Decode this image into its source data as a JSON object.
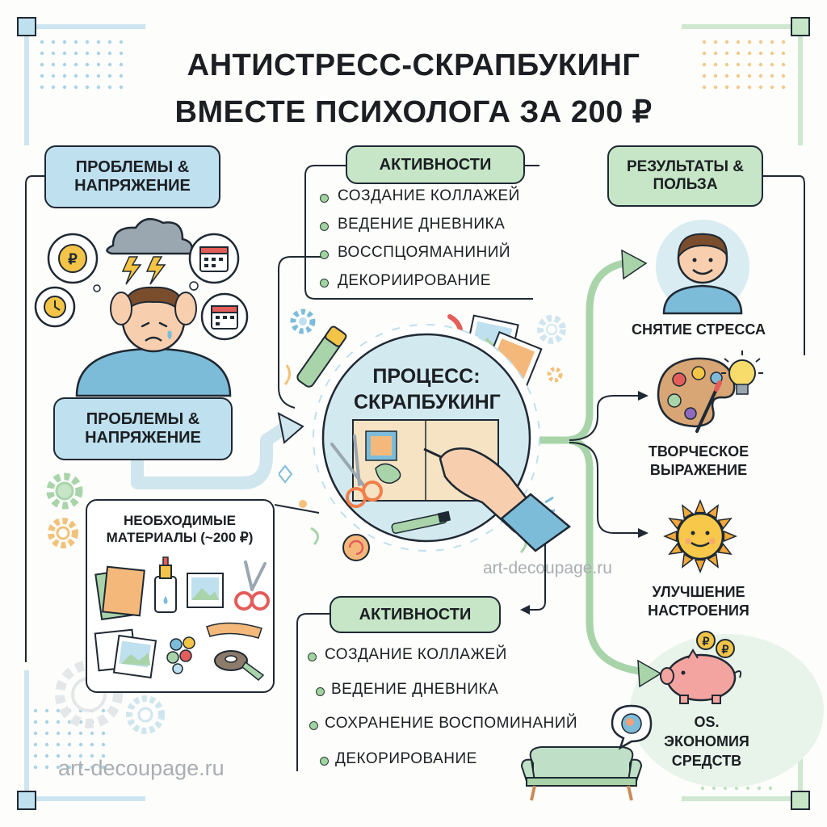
{
  "title": {
    "line1": "АНТИСТРЕСС-СКРАПБУКИНГ",
    "line2": "ВМЕСТЕ ПСИХОЛОГА ЗА 200 ₽"
  },
  "problems_header": "ПРОБЛЕМЫ & НАПРЯЖЕНИЕ",
  "problems_label": "ПРОБЛЕМЫ & НАПРЯЖЕНИЕ",
  "activities_top": {
    "header": "АКТИВНОСТИ",
    "items": [
      "СОЗДАНИЕ КОЛЛАЖЕЙ",
      "ВЕДЕНИЕ ДНЕВНИКА",
      "ВОССПЦОЯМАНИНИЙ",
      "ДЕКОРИИРОВАНИЕ"
    ]
  },
  "process": {
    "line1": "ПРОЦЕСС:",
    "line2": "СКРАПБУКИНГ"
  },
  "materials": {
    "line1": "НЕОБХОДИМЫЕ",
    "line2": "МАТЕРИАЛЫ (~200 ₽)"
  },
  "results": {
    "header": "РЕЗУЛЬТАТЫ & ПОЛЬЗА",
    "items": [
      {
        "line1": "СНЯТИЕ СТРЕССА",
        "line2": ""
      },
      {
        "line1": "ТВОРЧЕСКОЕ",
        "line2": "ВЫРАЖЕНИЕ"
      },
      {
        "line1": "УЛУЧШЕНИЕ",
        "line2": "НАСТРОЕНИЯ"
      },
      {
        "line1": "OS.",
        "line2": "ЭКОНОМИЯ",
        "line3": "СРЕДСТВ"
      }
    ]
  },
  "activities_bottom": {
    "header": "АКТИВНОСТИ",
    "items": [
      "СОЗДАНИЕ КОЛЛАЖЕЙ",
      "ВЕДЕНИЕ ДНЕВНИКА",
      "СОХРАНЕНИЕ ВОСПОМИНАНИЙ",
      "ДЕКОРИРОВАНИЕ"
    ]
  },
  "icon_text": {
    "coin_symbol": "₽"
  },
  "watermarks": {
    "center": "art-decoupage.ru",
    "bottom_left": "art-decoupage.ru"
  },
  "colors": {
    "blue": "#bfe0ee",
    "green": "#c6e6c7",
    "arrow_blue": "#cfe6ef",
    "arrow_green": "#a9d4aa",
    "outline": "#1f2933"
  },
  "icons": [
    "storm-cloud-icon",
    "ruble-coin-icon",
    "calendar-icon",
    "clock-icon",
    "stressed-person-icon",
    "gear-icon",
    "glue-pen-icon",
    "photo-icon",
    "scissors-icon",
    "hand-with-pen-icon",
    "smiling-person-icon",
    "palette-icon",
    "light-bulb-icon",
    "sun-icon",
    "piggy-bank-icon",
    "head-bubble-icon",
    "sofa-icon",
    "glue-bottle-icon",
    "paper-stack-icon",
    "buttons-icon",
    "tape-roll-icon",
    "ribbon-icon"
  ]
}
